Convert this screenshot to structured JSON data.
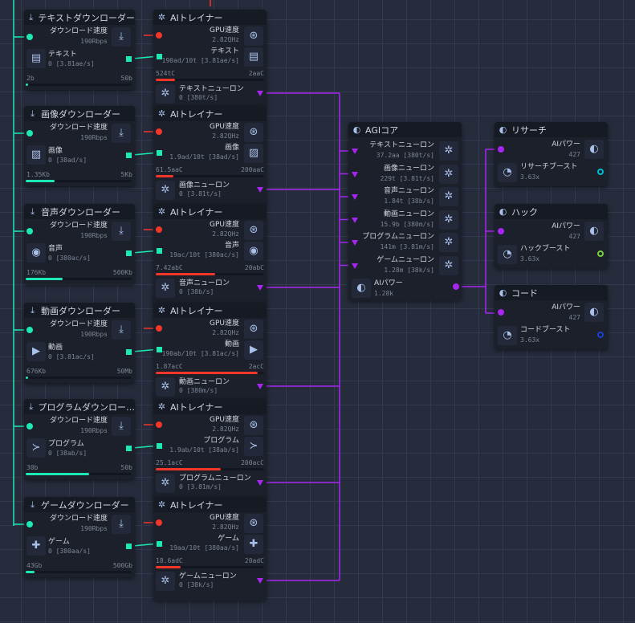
{
  "colors": {
    "download": "#1de9b6",
    "trainer": "#f2362a",
    "neuron": "#a626f0",
    "bg": "#262c3c"
  },
  "downloaders": [
    {
      "title": "テキストダウンローダー",
      "speed_label": "ダウンロード速度",
      "speed": "190Rbps",
      "item": "テキスト",
      "item_rate": "0 [3.81ae/s]",
      "min": "2b",
      "max": "50b",
      "progress": 0.02,
      "icon": "document-icon"
    },
    {
      "title": "画像ダウンローダー",
      "speed_label": "ダウンロード速度",
      "speed": "190Rbps",
      "item": "画像",
      "item_rate": "0 [38ad/s]",
      "min": "1.35Kb",
      "max": "5Kb",
      "progress": 0.27,
      "icon": "image-icon"
    },
    {
      "title": "音声ダウンローダー",
      "speed_label": "ダウンロード速度",
      "speed": "190Rbps",
      "item": "音声",
      "item_rate": "0 [380ac/s]",
      "min": "176Kb",
      "max": "500Kb",
      "progress": 0.35,
      "icon": "audio-icon"
    },
    {
      "title": "動画ダウンローダー",
      "speed_label": "ダウンロード速度",
      "speed": "190Rbps",
      "item": "動画",
      "item_rate": "0 [3.81ac/s]",
      "min": "676Kb",
      "max": "50Mb",
      "progress": 0.01,
      "icon": "video-icon"
    },
    {
      "title": "プログラムダウンロー…",
      "speed_label": "ダウンロード速度",
      "speed": "190Rbps",
      "item": "プログラム",
      "item_rate": "0 [38ab/s]",
      "min": "30b",
      "max": "50b",
      "progress": 0.6,
      "icon": "terminal-icon"
    },
    {
      "title": "ゲームダウンローダー",
      "speed_label": "ダウンロード速度",
      "speed": "190Rbps",
      "item": "ゲーム",
      "item_rate": "0 [380aa/s]",
      "min": "43Gb",
      "max": "500Gb",
      "progress": 0.08,
      "icon": "gamepad-icon"
    }
  ],
  "trainers": [
    {
      "title": "AIトレイナー",
      "gpu_label": "GPU速度",
      "gpu": "2.82QHz",
      "item": "テキスト",
      "item_rate": "190ad/10t [3.81ae/s]",
      "min": "524tC",
      "max": "2aaC",
      "progress": 0.18,
      "neuron": "テキストニューロン",
      "neuron_rate": "0 [380t/s]"
    },
    {
      "title": "AIトレイナー",
      "gpu_label": "GPU速度",
      "gpu": "2.82QHz",
      "item": "画像",
      "item_rate": "1.9ad/10t [38ad/s]",
      "min": "61.5aaC",
      "max": "200aaC",
      "progress": 0.16,
      "neuron": "画像ニューロン",
      "neuron_rate": "0 [3.81t/s]"
    },
    {
      "title": "AIトレイナー",
      "gpu_label": "GPU速度",
      "gpu": "2.82QHz",
      "item": "音声",
      "item_rate": "19ac/10t [380ac/s]",
      "min": "7.42abC",
      "max": "20abC",
      "progress": 0.55,
      "neuron": "音声ニューロン",
      "neuron_rate": "0 [38b/s]"
    },
    {
      "title": "AIトレイナー",
      "gpu_label": "GPU速度",
      "gpu": "2.82QHz",
      "item": "動画",
      "item_rate": "190ab/10t [3.81ac/s]",
      "min": "1.87acC",
      "max": "2acC",
      "progress": 0.94,
      "neuron": "動画ニューロン",
      "neuron_rate": "0 [380m/s]"
    },
    {
      "title": "AIトレイナー",
      "gpu_label": "GPU速度",
      "gpu": "2.82QHz",
      "item": "プログラム",
      "item_rate": "1.9ab/10t [38ab/s]",
      "min": "25.1acC",
      "max": "200acC",
      "progress": 0.6,
      "neuron": "プログラムニューロン",
      "neuron_rate": "0 [3.81m/s]"
    },
    {
      "title": "AIトレイナー",
      "gpu_label": "GPU速度",
      "gpu": "2.82QHz",
      "item": "ゲーム",
      "item_rate": "19aa/10t [380aa/s]",
      "min": "18.6adC",
      "max": "20adC",
      "progress": 0.23,
      "neuron": "ゲームニューロン",
      "neuron_rate": "0 [38k/s]"
    }
  ],
  "core": {
    "title": "AGIコア",
    "inputs": [
      {
        "label": "テキストニューロン",
        "rate": "37.2aa [380t/s]"
      },
      {
        "label": "画像ニューロン",
        "rate": "229t [3.81t/s]"
      },
      {
        "label": "音声ニューロン",
        "rate": "1.84t [38b/s]"
      },
      {
        "label": "動画ニューロン",
        "rate": "15.9b [380m/s]"
      },
      {
        "label": "プログラムニューロン",
        "rate": "141m [3.81m/s]"
      },
      {
        "label": "ゲームニューロン",
        "rate": "1.28m [38k/s]"
      }
    ],
    "output_label": "AIパワー",
    "output": "1.28k"
  },
  "boosts": [
    {
      "title": "リサーチ",
      "power_label": "AIパワー",
      "power": "427",
      "boost": "リサーチブースト",
      "value": "3.63x",
      "ring": "#00bcd4"
    },
    {
      "title": "ハック",
      "power_label": "AIパワー",
      "power": "427",
      "boost": "ハックブースト",
      "value": "3.63x",
      "ring": "#76d03a"
    },
    {
      "title": "コード",
      "power_label": "AIパワー",
      "power": "427",
      "boost": "コードブースト",
      "value": "3.63x",
      "ring": "#1a3fd0"
    }
  ]
}
